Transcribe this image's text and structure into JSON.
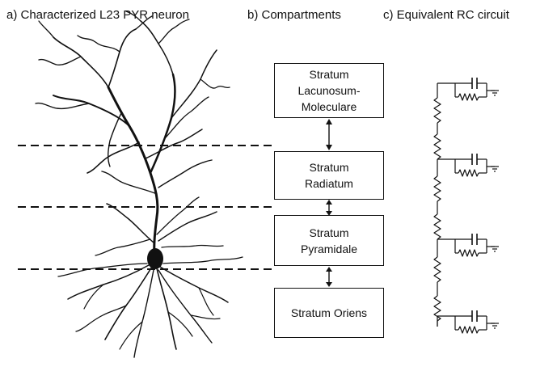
{
  "panels": {
    "a": {
      "title": "a) Characterized L23 PYR neuron"
    },
    "b": {
      "title": "b)   Compartments",
      "compartments": [
        {
          "lines": [
            "Stratum",
            "Lacunosum-",
            "Moleculare"
          ]
        },
        {
          "lines": [
            "Stratum",
            "Radiatum"
          ]
        },
        {
          "lines": [
            "Stratum",
            "Pyramidale"
          ]
        },
        {
          "lines": [
            "Stratum Oriens"
          ]
        }
      ]
    },
    "c": {
      "title": "c)    Equivalent RC circuit"
    }
  },
  "colors": {
    "ink": "#111111",
    "background": "#ffffff"
  },
  "icons": [
    "neuron-morphology",
    "bidirectional-arrow",
    "resistor",
    "capacitor",
    "ground"
  ]
}
